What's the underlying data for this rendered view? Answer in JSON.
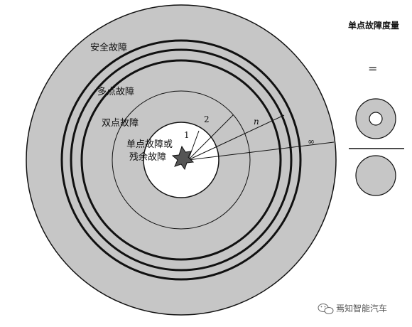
{
  "diagram": {
    "zones": {
      "safe": "安全故障",
      "multi_point": "多点故障",
      "dual_point": "双点故障",
      "single_point_line1": "单点故障或",
      "single_point_line2": "残余故障"
    },
    "rays": [
      "1",
      "2",
      "n",
      "∞"
    ],
    "metric": {
      "title": "单点故障度量",
      "equals": "="
    },
    "colors": {
      "fill_gray": "#c6c6c6",
      "inner_white": "#ffffff",
      "stroke": "#111111",
      "star": "#555555"
    }
  },
  "watermark": {
    "icon": "wechat-icon",
    "text": "焉知智能汽车"
  }
}
